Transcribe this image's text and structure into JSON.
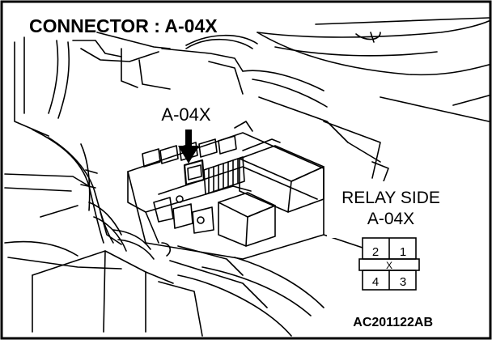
{
  "diagram": {
    "title": "CONNECTOR : A-04X",
    "callout_label": "A-04X",
    "relay_side_title": "RELAY SIDE",
    "relay_side_connector": "A-04X",
    "pins": {
      "top_left": "2",
      "top_right": "1",
      "bottom_left": "4",
      "bottom_right": "3",
      "center_mark": "X"
    },
    "figure_code": "AC201122AB"
  }
}
